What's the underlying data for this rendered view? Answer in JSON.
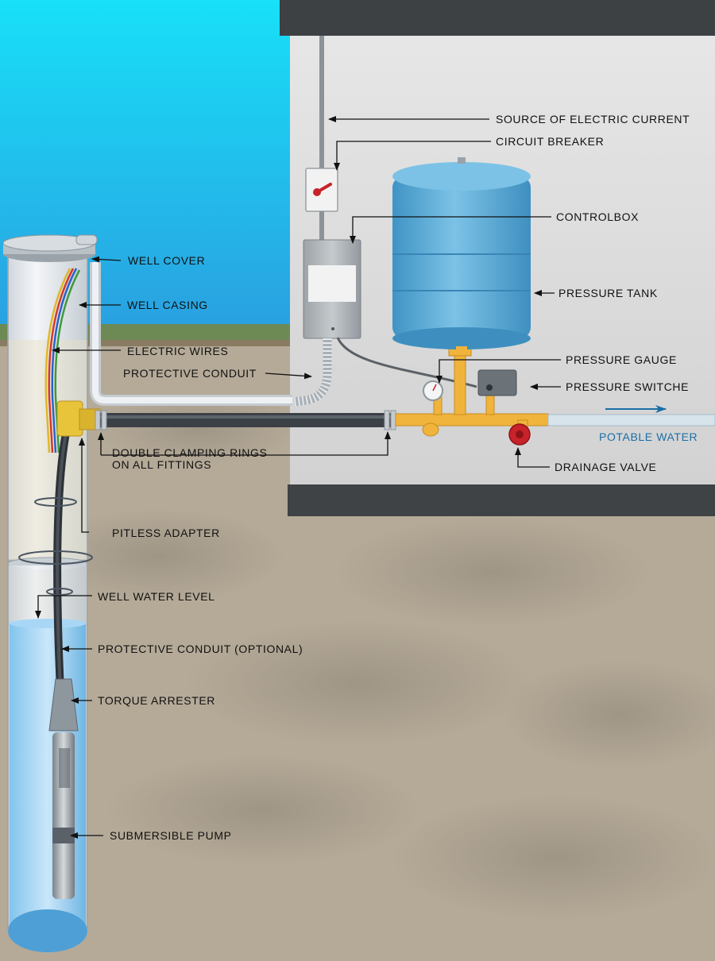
{
  "colors": {
    "sky": "#1fd4f5",
    "wall": "#d9d9d9",
    "soil": "#b5aa98",
    "tank": "#5aaad0",
    "brass": "#f0b43c",
    "water": "#6fb9e8",
    "flow_arrow": "#1a6fa8",
    "valve": "#c8232a"
  },
  "labels": {
    "source_of_electric_current": "SOURCE OF ELECTRIC CURRENT",
    "circuit_breaker": "CIRCUIT BREAKER",
    "controlbox": "CONTROLBOX",
    "well_cover": "WELL COVER",
    "well_casing": "WELL CASING",
    "pressure_tank": "PRESSURE TANK",
    "electric_wires": "ELECTRIC WIRES",
    "protective_conduit": "PROTECTIVE CONDUIT",
    "pressure_gauge": "PRESSURE GAUGE",
    "pressure_switch": "PRESSURE SWITCHE",
    "potable_water": "POTABLE WATER",
    "double_clamping_line1": "DOUBLE CLAMPING RINGS",
    "double_clamping_line2": "ON ALL FITTINGS",
    "drainage_valve": "DRAINAGE VALVE",
    "pitless_adapter": "PITLESS ADAPTER",
    "well_water_level": "WELL WATER LEVEL",
    "protective_conduit_optional": "PROTECTIVE CONDUIT (OPTIONAL)",
    "torque_arrester": "TORQUE ARRESTER",
    "submersible_pump": "SUBMERSIBLE PUMP"
  }
}
